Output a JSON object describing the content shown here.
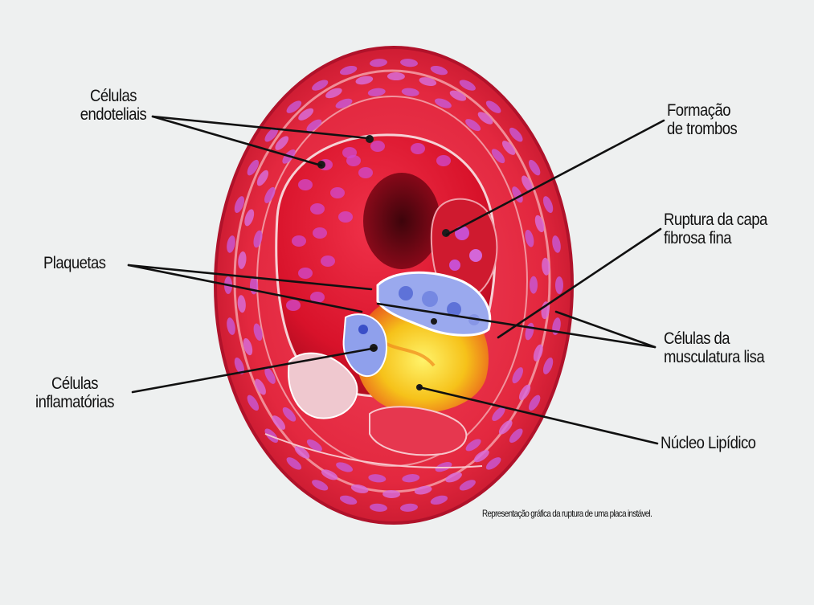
{
  "diagram": {
    "labels": {
      "celulas_endoteliais": [
        "Células",
        "endoteliais"
      ],
      "formacao_trombos": [
        "Formação",
        "de trombos"
      ],
      "ruptura_capa": [
        "Ruptura da capa",
        "fibrosa fina"
      ],
      "plaquetas": [
        "Plaquetas"
      ],
      "celulas_musculatura": [
        "Células da",
        "musculatura lisa"
      ],
      "celulas_inflamatorias": [
        "Células",
        "inflamatórias"
      ],
      "nucleo_lipidico": [
        "Núcleo Lipídico"
      ]
    },
    "caption": "Representação gráfica da ruptura de uma placa instável.",
    "colors": {
      "background": "#eef0f0",
      "vessel_wall": "#e3283f",
      "lumen": "#d8122a",
      "lipid_core": "#f6c21a",
      "cells": "#d45fd0",
      "platelets": "#8c9fe8",
      "leader_line": "#111111"
    }
  }
}
